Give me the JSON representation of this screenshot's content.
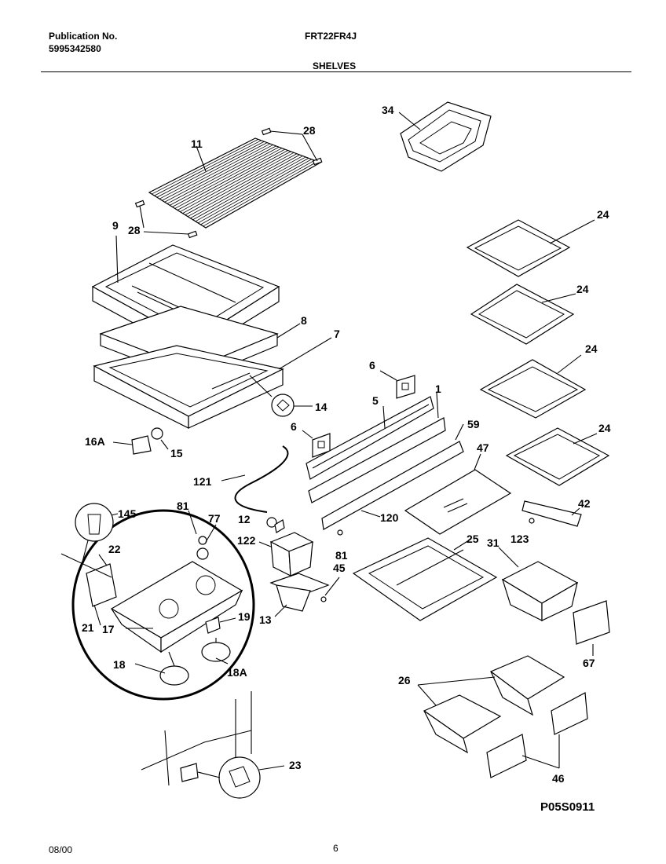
{
  "header": {
    "publication_label": "Publication No.",
    "publication_number": "5995342580",
    "model": "FRT22FR4J",
    "section": "SHELVES"
  },
  "diagram": {
    "drawing_code": "P05S0911",
    "labels": {
      "l34": "34",
      "l28a": "28",
      "l11": "11",
      "l28b": "28",
      "l9": "9",
      "l24a": "24",
      "l24b": "24",
      "l24c": "24",
      "l24d": "24",
      "l8": "8",
      "l7": "7",
      "l6a": "6",
      "l14": "14",
      "l5": "5",
      "l1": "1",
      "l6b": "6",
      "l59": "59",
      "l16a": "16A",
      "l15": "15",
      "l121": "121",
      "l47": "47",
      "l42": "42",
      "l145": "145",
      "l81a": "81",
      "l77": "77",
      "l12": "12",
      "l120": "120",
      "l122": "122",
      "l22": "22",
      "l81b": "81",
      "l25": "25",
      "l31": "31",
      "l123": "123",
      "l45": "45",
      "l19": "19",
      "l13": "13",
      "l21": "21",
      "l17": "17",
      "l67": "67",
      "l18": "18",
      "l18a": "18A",
      "l26": "26",
      "l23": "23",
      "l46": "46"
    }
  },
  "footer": {
    "date": "08/00",
    "page": "6"
  }
}
